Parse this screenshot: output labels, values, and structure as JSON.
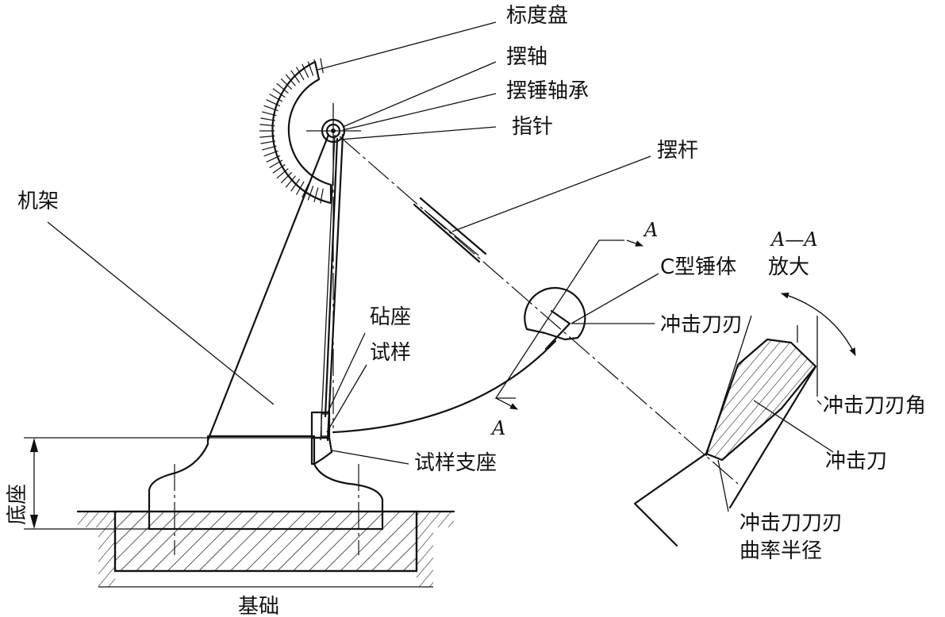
{
  "labels": {
    "dial": "标度盘",
    "pendulum_axis": "摆轴",
    "hammer_bearing": "摆锤轴承",
    "pointer": "指针",
    "pendulum_rod": "摆杆",
    "frame": "机架",
    "c_hammer": "C型锤体",
    "striker_edge": "冲击刀刃",
    "anvil": "砧座",
    "specimen": "试样",
    "specimen_support": "试样支座",
    "base": "底座",
    "foundation": "基础",
    "striker_angle": "冲击刀刃角",
    "striker": "冲击刀",
    "edge_radius_line1": "冲击刀刀刃",
    "edge_radius_line2": "曲率半径",
    "section_title": "A—A",
    "section_zoom": "放大",
    "section_mark_top": "A",
    "section_mark_bottom": "A"
  }
}
